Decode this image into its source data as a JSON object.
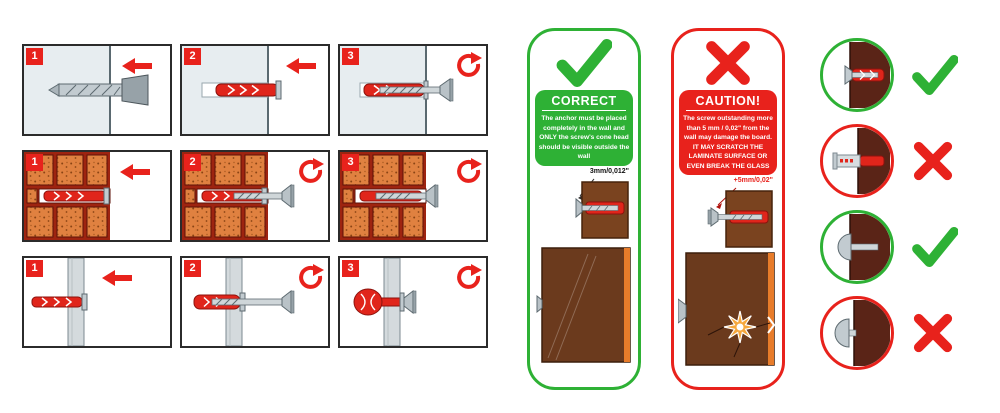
{
  "steps": {
    "rows": [
      {
        "wall_type": "solid-wall",
        "panels": [
          {
            "num": "1"
          },
          {
            "num": "2"
          },
          {
            "num": "3"
          }
        ]
      },
      {
        "wall_type": "hollow-brick-wall",
        "panels": [
          {
            "num": "1"
          },
          {
            "num": "2"
          },
          {
            "num": "3"
          }
        ]
      },
      {
        "wall_type": "drywall-board",
        "panels": [
          {
            "num": "1"
          },
          {
            "num": "2"
          },
          {
            "num": "3"
          }
        ]
      }
    ]
  },
  "correct_banner": {
    "title": "CORRECT",
    "text": "The anchor must be placed completely in the wall and ONLY the screw's cone head should be visible outside the wall",
    "measure_label": "3mm/0,012\""
  },
  "caution_banner": {
    "title": "CAUTION!",
    "text": "The screw outstanding more than 5 mm / 0,02\" from the wall may damage the board. IT MAY SCRATCH THE LAMINATE SURFACE OR EVEN BREAK THE GLASS",
    "measure_label": "+5mm/0,02\""
  },
  "examples": [
    {
      "result": "correct",
      "mark": "check"
    },
    {
      "result": "wrong",
      "mark": "cross"
    },
    {
      "result": "correct",
      "mark": "check"
    },
    {
      "result": "wrong",
      "mark": "cross"
    }
  ],
  "icons": {
    "check_icon": "✓",
    "cross_icon": "✕",
    "push_arrow_icon": "←",
    "rotation_arrow_icon": "↻"
  },
  "colors": {
    "green": "#2eb135",
    "red": "#e8221c",
    "anchor_red": "#e0251b",
    "wall_brown": "#6b3a1d",
    "brick_orange": "#e08140",
    "board_orange": "#e87c2a"
  }
}
